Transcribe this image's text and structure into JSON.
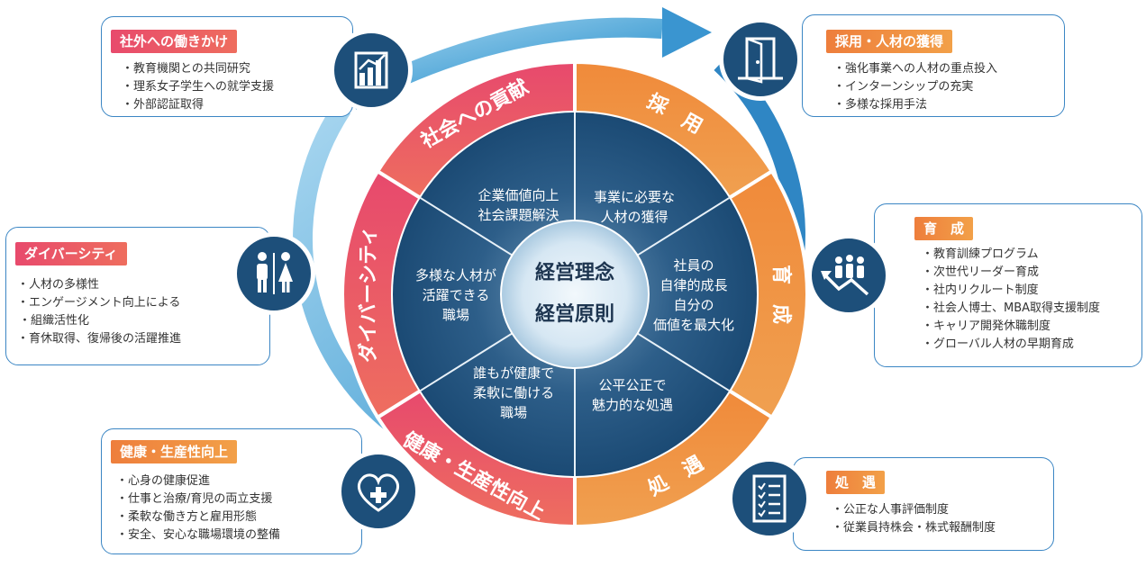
{
  "center": {
    "line1": "経営理念",
    "line2": "経営原則"
  },
  "segments": {
    "top_left": {
      "label": "社会への貢献",
      "inner": [
        "企業価値向上",
        "社会課題解決"
      ]
    },
    "top_right": {
      "label": "採　用",
      "inner": [
        "事業に必要な",
        "人材の獲得"
      ]
    },
    "right": {
      "label": "育　成",
      "inner": [
        "社員の",
        "自律的成長",
        "自分の",
        "価値を最大化"
      ]
    },
    "bottom_right": {
      "label": "処　遇",
      "inner": [
        "公平公正で",
        "魅力的な処遇"
      ]
    },
    "bottom_left": {
      "label": "健康・生産性向上",
      "inner": [
        "誰もが健康で",
        "柔軟に働ける",
        "職場"
      ]
    },
    "left": {
      "label": "ダイバーシティ",
      "inner": [
        "多様な人材が",
        "活躍できる",
        "職場"
      ]
    }
  },
  "boxes": {
    "social": {
      "title": "社外への働きかけ",
      "items": [
        "教育機関との共同研究",
        "理系女子学生への就学支援",
        "外部認証取得"
      ]
    },
    "recruit": {
      "title": "採用・人材の獲得",
      "items": [
        "強化事業への人材の重点投入",
        "インターンシップの充実",
        "多様な採用手法"
      ]
    },
    "diversity": {
      "title": "ダイバーシティ",
      "items": [
        "人材の多様性",
        "エンゲージメント向上による",
        "組織活性化",
        "育休取得、復帰後の活躍推進"
      ]
    },
    "training": {
      "title": "育　成",
      "items": [
        "教育訓練プログラム",
        "次世代リーダー育成",
        "社内リクルート制度",
        "社会人博士、MBA取得支援制度",
        "キャリア開発休職制度",
        "グローバル人材の早期育成"
      ]
    },
    "health": {
      "title": "健康・生産性向上",
      "items": [
        "心身の健康促進",
        "仕事と治療/育児の両立支援",
        "柔軟な働き方と雇用形態",
        "安全、安心な職場環境の整備"
      ]
    },
    "treatment": {
      "title": "処　遇",
      "items": [
        "公正な人事評価制度",
        "従業員持株会・株式報酬制度"
      ]
    }
  },
  "icons": {
    "social": "bar-chart-icon",
    "recruit": "door-icon",
    "diversity": "people-icon",
    "training": "growth-team-icon",
    "health": "heart-plus-icon",
    "treatment": "checklist-icon"
  },
  "colors": {
    "navy": "#1d4f7a",
    "ring_blue": "#4aa3d6",
    "pink": "#e84a6c",
    "orange": "#ef8a3a",
    "box_border": "#3b86c4"
  }
}
